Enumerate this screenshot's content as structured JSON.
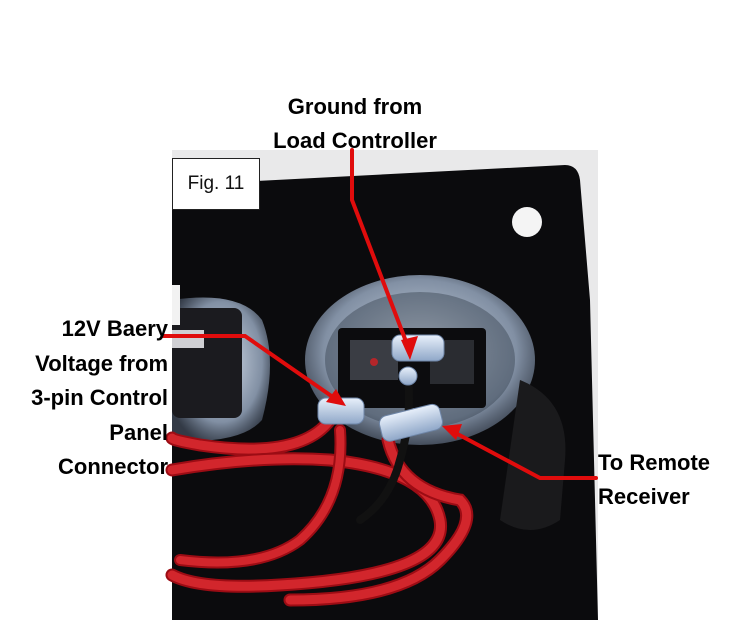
{
  "figure": {
    "tag": "Fig. 11"
  },
  "callouts": {
    "ground": {
      "lines": [
        "Ground from",
        "Load Controller"
      ]
    },
    "battery": {
      "lines": [
        "12V Baery",
        "Voltage from",
        "3-pin Control",
        "Panel",
        "Connector"
      ]
    },
    "remote": {
      "lines": [
        "To Remote",
        "Receiver"
      ]
    }
  },
  "colors": {
    "panel": "#0b0b0d",
    "wire_red": "#c4141c",
    "wire_black": "#111111",
    "arrow_red": "#e00c0c",
    "sealant": "#c9d9ee",
    "terminal": "#b8cdea",
    "background": "#ffffff"
  }
}
